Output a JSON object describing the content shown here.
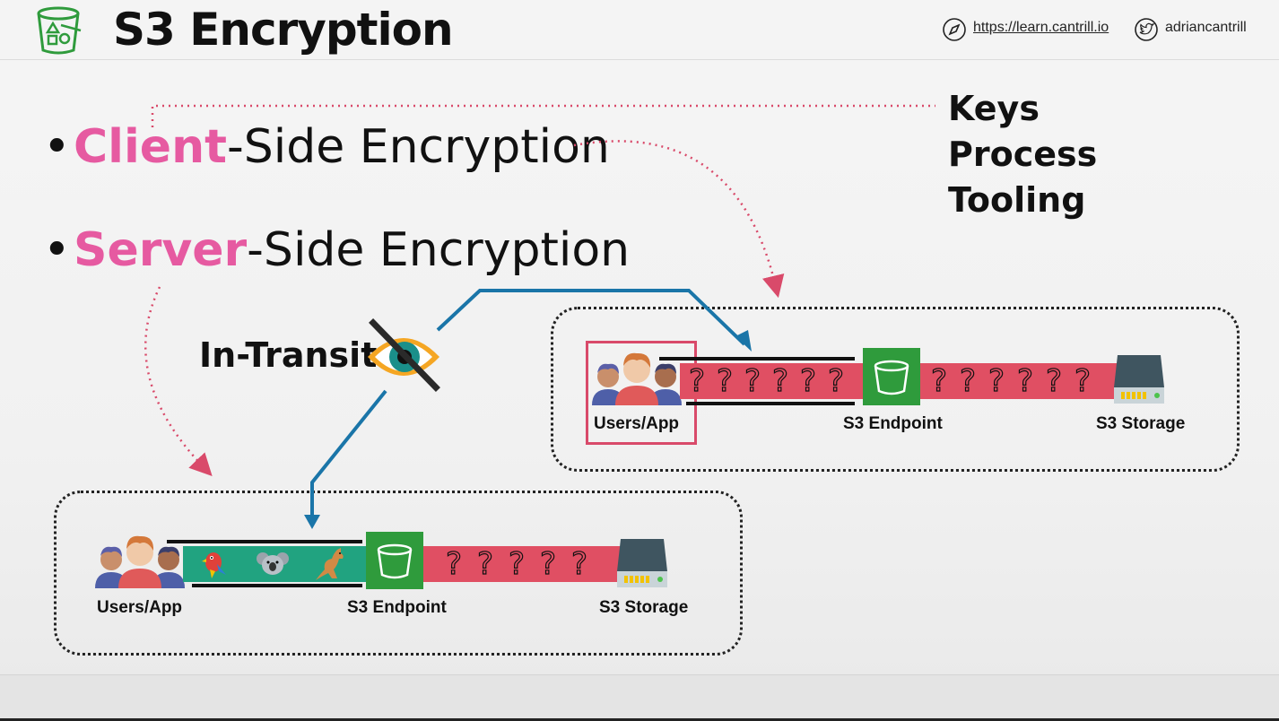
{
  "header": {
    "title": "S3 Encryption",
    "site_link": "https://learn.cantrill.io",
    "twitter_handle": "adriancantrill",
    "logo_icon": "s3-bucket-shapes-icon",
    "site_icon": "compass-icon",
    "twitter_icon": "twitter-bird-icon"
  },
  "bullets": [
    {
      "highlight": "Client",
      "rest": "-Side Encryption"
    },
    {
      "highlight": "Server",
      "rest": "-Side Encryption"
    }
  ],
  "client_concerns": [
    "Keys",
    "Process",
    "Tooling"
  ],
  "in_transit_label": "In-Transit",
  "client_side_diagram": {
    "users_label": "Users/App",
    "endpoint_label": "S3 Endpoint",
    "storage_label": "S3 Storage",
    "transit_symbols": [
      "?",
      "?",
      "?",
      "?",
      "?",
      "?"
    ],
    "storage_symbols": [
      "?",
      "?",
      "?",
      "?",
      "?",
      "?"
    ]
  },
  "server_side_diagram": {
    "users_label": "Users/App",
    "endpoint_label": "S3 Endpoint",
    "storage_label": "S3 Storage",
    "transit_items": [
      "parrot-icon",
      "koala-icon",
      "kangaroo-icon"
    ],
    "storage_symbols": [
      "?",
      "?",
      "?",
      "?",
      "?"
    ]
  },
  "colors": {
    "highlight_pink": "#e65aa1",
    "encrypted_red": "#e04f63",
    "plaintext_green": "#21a380",
    "bucket_green": "#2f9b3c",
    "arrow_blue": "#1a75a8",
    "dotted_pink": "#d94a6a"
  }
}
